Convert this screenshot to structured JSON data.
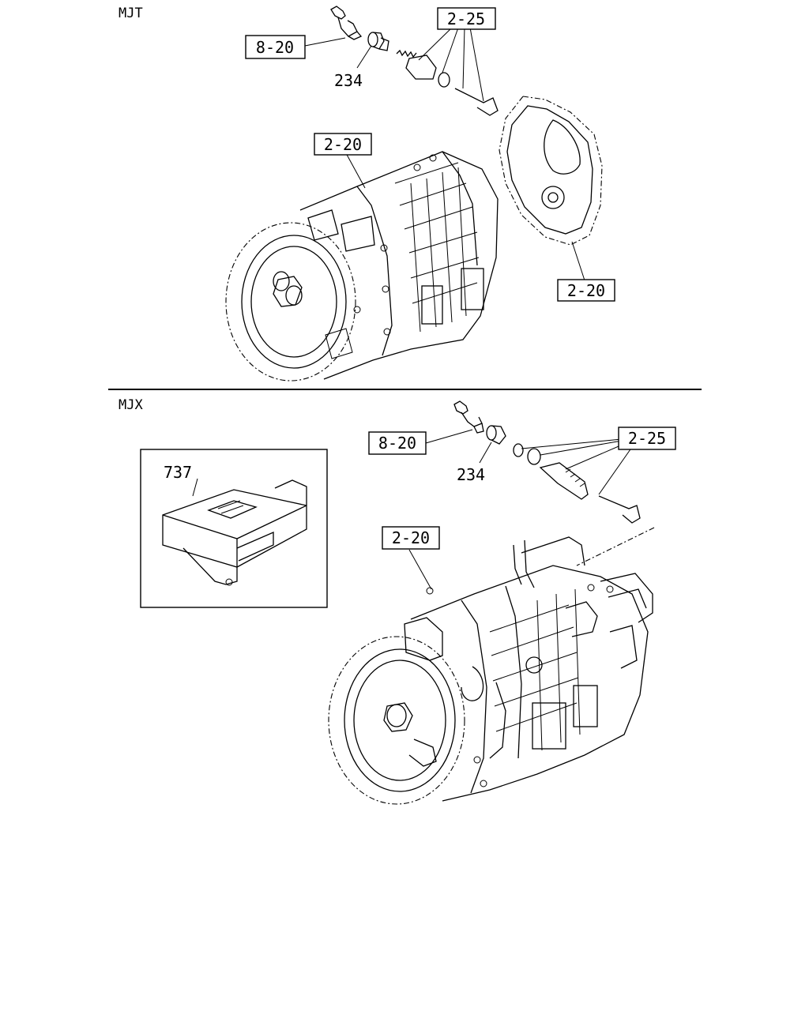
{
  "sections": [
    {
      "label": "MJT",
      "callouts": [
        "8-20",
        "234",
        "2-25",
        "2-20",
        "2-20"
      ]
    },
    {
      "label": "MJX",
      "callouts": [
        "737",
        "8-20",
        "234",
        "2-25",
        "2-20"
      ]
    }
  ]
}
